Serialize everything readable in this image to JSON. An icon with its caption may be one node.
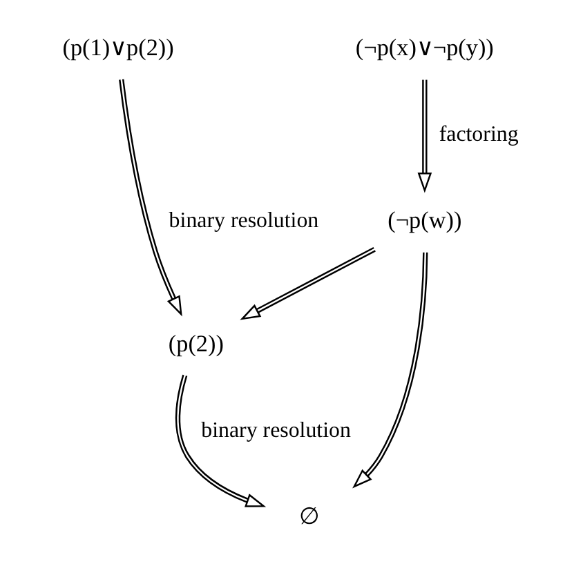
{
  "diagram": {
    "nodes": [
      {
        "text": [
          "(p(1)∨p(2))"
        ]
      },
      {
        "text": [
          "(¬p(x)∨¬p(y))"
        ]
      },
      {
        "text": [
          "(¬p(w))"
        ]
      },
      {
        "text": [
          "(p(2))"
        ]
      },
      {
        "text": [
          "∅"
        ]
      }
    ],
    "edges": [
      {
        "from": 1,
        "to": 2,
        "arrow": "to",
        "label": "factoring"
      },
      {
        "from": 0,
        "to": 3,
        "arrow": "to",
        "label": "binary resolution"
      },
      {
        "from": 2,
        "to": 3,
        "arrow": "to"
      },
      {
        "from": 3,
        "to": 4,
        "arrow": "to",
        "label": "binary resolution"
      },
      {
        "from": 2,
        "to": 4,
        "arrow": "to"
      }
    ]
  }
}
